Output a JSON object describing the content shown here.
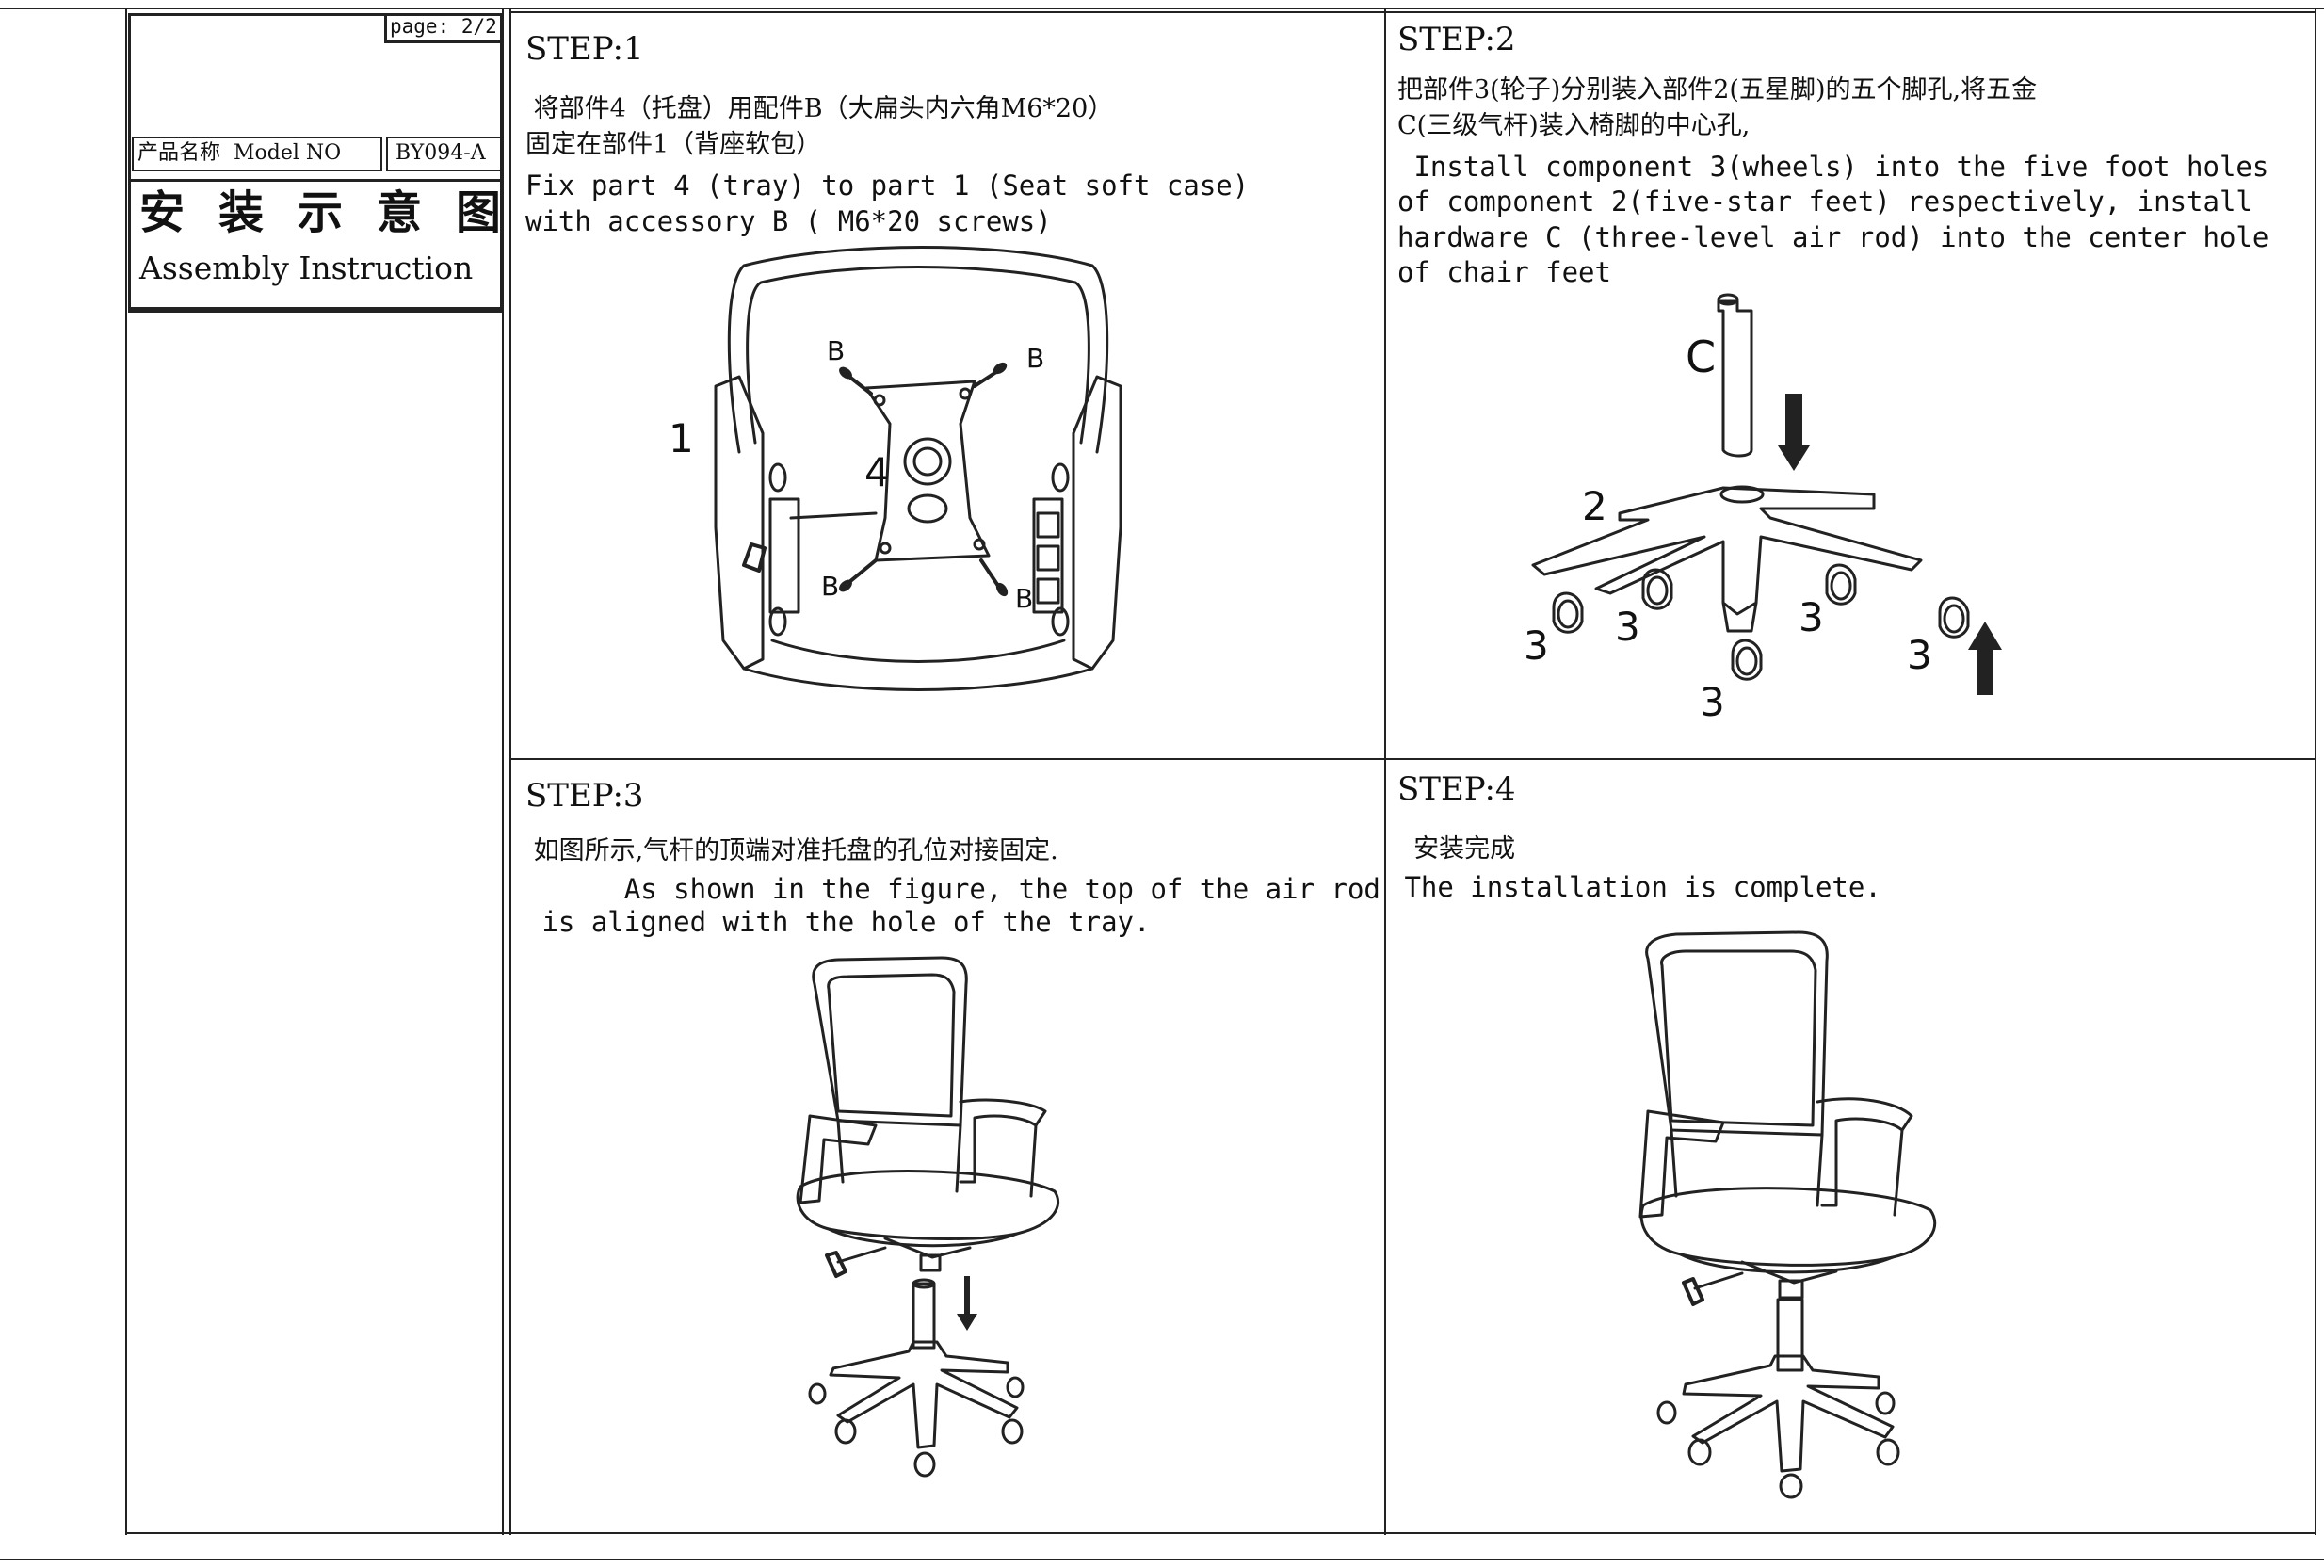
{
  "sidebar": {
    "page_label": "page: 2/2",
    "product_name_label": "产品名称  Model NO",
    "model_number": "BY094-A",
    "title_cn": "安装示意图",
    "title_en": "Assembly Instruction"
  },
  "steps": [
    {
      "heading": "STEP:1",
      "text_cn_1": " 将部件4（托盘）用配件B（大扁头内六角M6*20）",
      "text_cn_2": "固定在部件1（背座软包）",
      "text_en_1": "Fix part 4 (tray) to part 1 (Seat soft case)",
      "text_en_2": "with accessory B ( M6*20 screws)",
      "labels": {
        "part1": "1",
        "part4": "4",
        "screw": "B"
      }
    },
    {
      "heading": "STEP:2",
      "text_cn_1": "把部件3(轮子)分别装入部件2(五星脚)的五个脚孔,将五金",
      "text_cn_2": "C(三级气杆)装入椅脚的中心孔,",
      "text_en_1": " Install component 3(wheels) into the five foot holes",
      "text_en_2": "of component 2(five-star feet) respectively, install",
      "text_en_3": "hardware C (three-level air rod) into the center hole",
      "text_en_4": "of chair feet",
      "labels": {
        "partC": "C",
        "part2": "2",
        "part3": "3"
      }
    },
    {
      "heading": "STEP:3",
      "text_cn_1": " 如图所示,气杆的顶端对准托盘的孔位对接固定.",
      "text_en_1": "      As shown in the figure, the top of the air rod",
      "text_en_2": " is aligned with the hole of the tray."
    },
    {
      "heading": "STEP:4",
      "text_cn_1": "  安装完成",
      "text_en_1": " The installation is complete."
    }
  ]
}
